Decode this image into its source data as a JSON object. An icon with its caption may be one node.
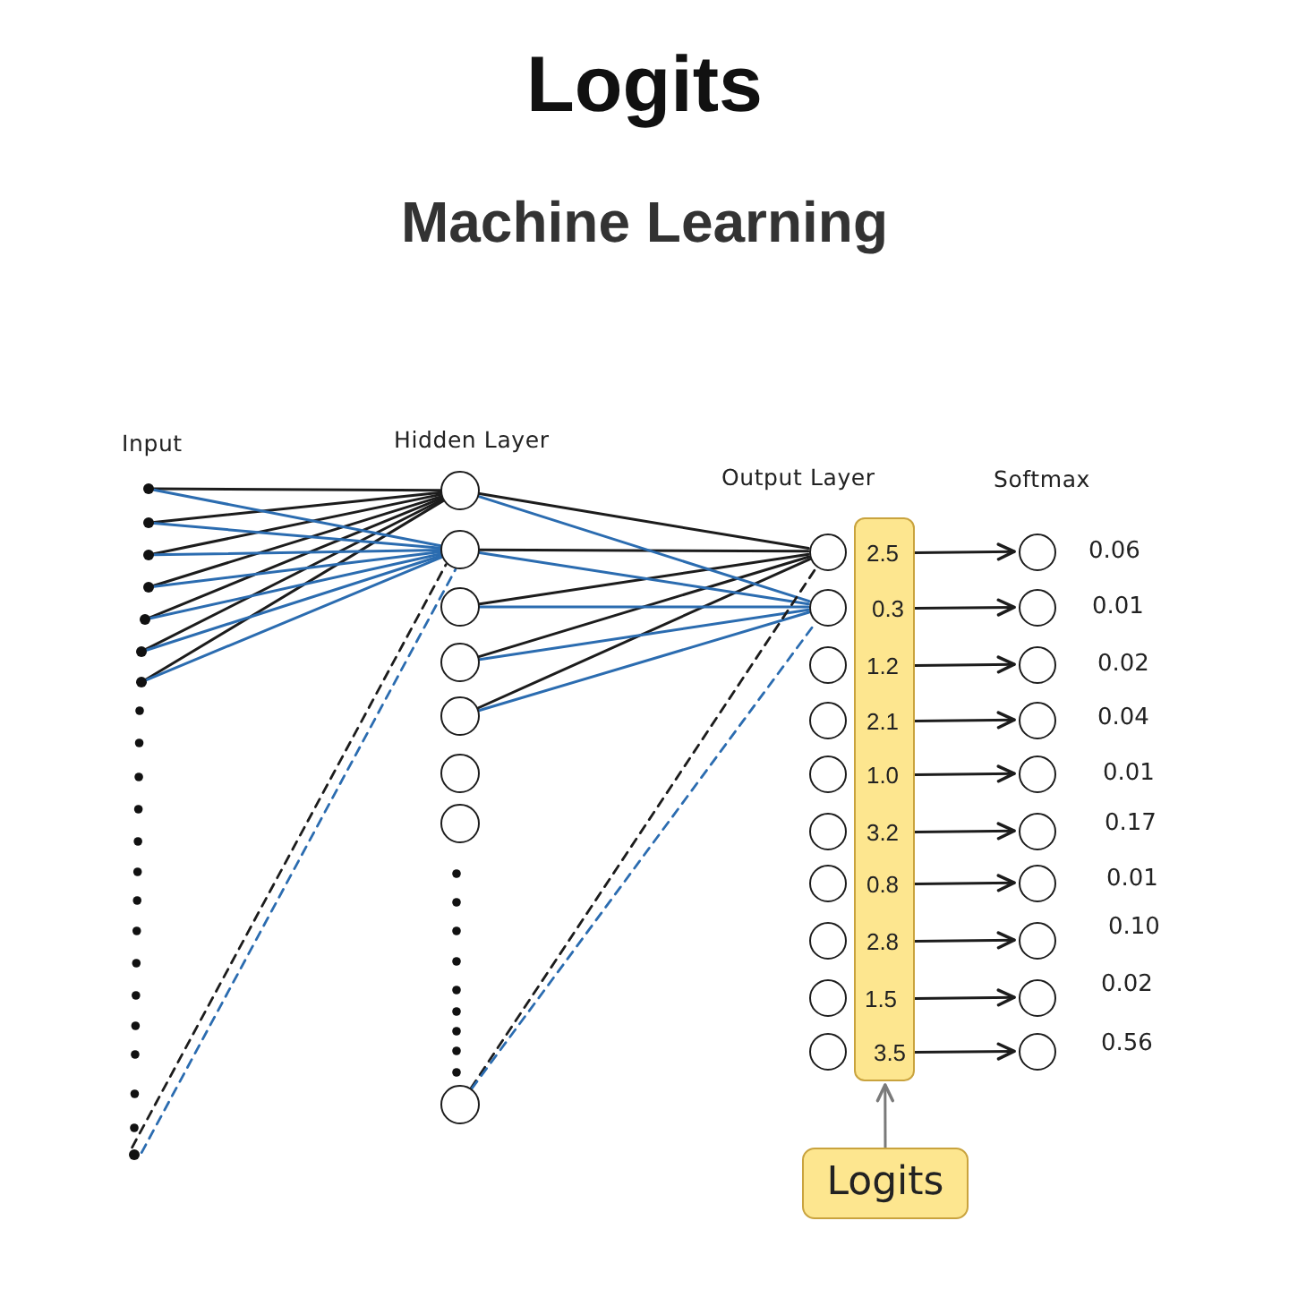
{
  "diagram": {
    "title": "Logits",
    "nodes": [
      {
        "text": [],
        "shape": "dot"
      },
      {
        "text": [],
        "shape": "dot"
      },
      {
        "text": [],
        "shape": "dot"
      },
      {
        "text": [],
        "shape": "dot"
      },
      {
        "text": [],
        "shape": "dot"
      },
      {
        "text": [],
        "shape": "dot"
      },
      {
        "text": [],
        "shape": "dot"
      },
      {
        "text": [],
        "shape": "dot"
      },
      {
        "text": [],
        "shape": "circle"
      },
      {
        "text": [],
        "shape": "circle"
      },
      {
        "text": [],
        "shape": "circle"
      },
      {
        "text": [],
        "shape": "circle"
      },
      {
        "text": [],
        "shape": "circle"
      },
      {
        "text": [],
        "shape": "circle"
      },
      {
        "text": [],
        "shape": "circle"
      },
      {
        "text": [],
        "shape": "circle"
      },
      {
        "text": [],
        "shape": "circle"
      },
      {
        "text": [],
        "shape": "circle"
      },
      {
        "text": [],
        "shape": "circle"
      },
      {
        "text": [],
        "shape": "circle"
      },
      {
        "text": [],
        "shape": "circle"
      },
      {
        "text": [],
        "shape": "circle"
      },
      {
        "text": [],
        "shape": "circle"
      },
      {
        "text": [],
        "shape": "circle"
      },
      {
        "text": [],
        "shape": "circle"
      },
      {
        "text": [],
        "shape": "circle"
      },
      {
        "text": [],
        "shape": "bar"
      },
      {
        "text": [
          "2.5"
        ],
        "in": 26
      },
      {
        "text": [
          "0.3"
        ],
        "in": 26
      },
      {
        "text": [
          "1.2"
        ],
        "in": 26
      },
      {
        "text": [
          "2.1"
        ],
        "in": 26
      },
      {
        "text": [
          "1.0"
        ],
        "in": 26
      },
      {
        "text": [
          "3.2"
        ],
        "in": 26
      },
      {
        "text": [
          "0.8"
        ],
        "in": 26
      },
      {
        "text": [
          "2.8"
        ],
        "in": 26
      },
      {
        "text": [
          "1.5"
        ],
        "in": 26
      },
      {
        "text": [
          "3.5"
        ],
        "in": 26
      },
      {
        "text": [],
        "shape": "circle",
        "beside": [
          "0.06"
        ]
      },
      {
        "text": [],
        "shape": "circle",
        "beside": [
          "0.01"
        ]
      },
      {
        "text": [],
        "shape": "circle",
        "beside": [
          "0.02"
        ]
      },
      {
        "text": [],
        "shape": "circle",
        "beside": [
          "0.04"
        ]
      },
      {
        "text": [],
        "shape": "circle",
        "beside": [
          "0.01"
        ]
      },
      {
        "text": [],
        "shape": "circle",
        "beside": [
          "0.17"
        ]
      },
      {
        "text": [],
        "shape": "circle",
        "beside": [
          "0.01"
        ]
      },
      {
        "text": [],
        "shape": "circle",
        "beside": [
          "0.10"
        ]
      },
      {
        "text": [],
        "shape": "circle",
        "beside": [
          "0.02"
        ]
      },
      {
        "text": [],
        "shape": "circle",
        "beside": [
          "0.56"
        ]
      },
      {
        "text": [
          "Logits"
        ]
      }
    ],
    "edges": [
      {
        "from": 0,
        "to": 8,
        "arrow": "none"
      },
      {
        "from": 1,
        "to": 8,
        "arrow": "none"
      },
      {
        "from": 2,
        "to": 8,
        "arrow": "none"
      },
      {
        "from": 3,
        "to": 8,
        "arrow": "none"
      },
      {
        "from": 4,
        "to": 8,
        "arrow": "none"
      },
      {
        "from": 5,
        "to": 8,
        "arrow": "none"
      },
      {
        "from": 6,
        "to": 8,
        "arrow": "none"
      },
      {
        "from": 0,
        "to": 9,
        "arrow": "none",
        "color": "#2b6cb0"
      },
      {
        "from": 1,
        "to": 9,
        "arrow": "none",
        "color": "#2b6cb0"
      },
      {
        "from": 2,
        "to": 9,
        "arrow": "none",
        "color": "#2b6cb0"
      },
      {
        "from": 3,
        "to": 9,
        "arrow": "none",
        "color": "#2b6cb0"
      },
      {
        "from": 4,
        "to": 9,
        "arrow": "none",
        "color": "#2b6cb0"
      },
      {
        "from": 5,
        "to": 9,
        "arrow": "none",
        "color": "#2b6cb0"
      },
      {
        "from": 6,
        "to": 9,
        "arrow": "none",
        "color": "#2b6cb0"
      },
      {
        "from": 7,
        "to": 9,
        "arrow": "none",
        "style": "dashed"
      },
      {
        "from": 7,
        "to": 9,
        "arrow": "none",
        "style": "dashed",
        "color": "#2b6cb0"
      },
      {
        "from": 8,
        "to": 16,
        "arrow": "none"
      },
      {
        "from": 9,
        "to": 16,
        "arrow": "none"
      },
      {
        "from": 10,
        "to": 16,
        "arrow": "none"
      },
      {
        "from": 11,
        "to": 16,
        "arrow": "none"
      },
      {
        "from": 12,
        "to": 16,
        "arrow": "none"
      },
      {
        "from": 8,
        "to": 17,
        "arrow": "none",
        "color": "#2b6cb0"
      },
      {
        "from": 9,
        "to": 17,
        "arrow": "none",
        "color": "#2b6cb0"
      },
      {
        "from": 10,
        "to": 17,
        "arrow": "none",
        "color": "#2b6cb0"
      },
      {
        "from": 11,
        "to": 17,
        "arrow": "none",
        "color": "#2b6cb0"
      },
      {
        "from": 12,
        "to": 17,
        "arrow": "none",
        "color": "#2b6cb0"
      },
      {
        "from": 15,
        "to": 16,
        "arrow": "none",
        "style": "dashed"
      },
      {
        "from": 15,
        "to": 17,
        "arrow": "none",
        "style": "dashed",
        "color": "#2b6cb0"
      },
      {
        "from": 27,
        "to": 37,
        "arrow": "to"
      },
      {
        "from": 28,
        "to": 38,
        "arrow": "to"
      },
      {
        "from": 29,
        "to": 39,
        "arrow": "to"
      },
      {
        "from": 30,
        "to": 40,
        "arrow": "to"
      },
      {
        "from": 31,
        "to": 41,
        "arrow": "to"
      },
      {
        "from": 32,
        "to": 42,
        "arrow": "to"
      },
      {
        "from": 33,
        "to": 43,
        "arrow": "to"
      },
      {
        "from": 34,
        "to": 44,
        "arrow": "to"
      },
      {
        "from": 35,
        "to": 45,
        "arrow": "to"
      },
      {
        "from": 36,
        "to": 46,
        "arrow": "to"
      },
      {
        "from": 47,
        "to": 26,
        "arrow": "to",
        "color": "#7a7a7a"
      }
    ],
    "labels": [
      "Machine Learning",
      "Input",
      "Hidden Layer",
      "Output Layer",
      "Softmax"
    ]
  }
}
